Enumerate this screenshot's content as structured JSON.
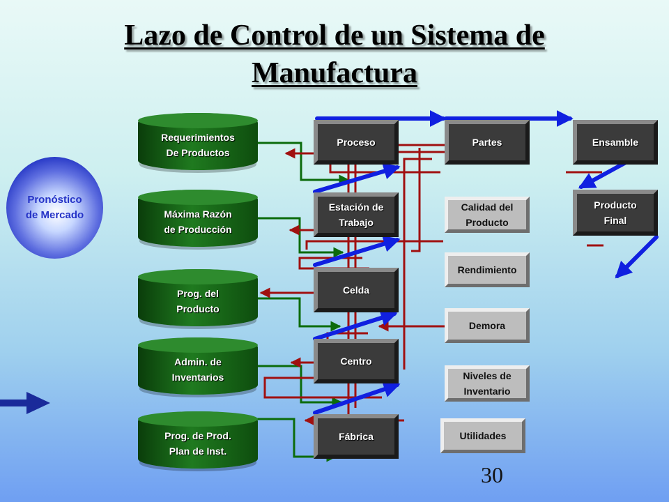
{
  "title": {
    "line1": "Lazo de Control de un Sistema de",
    "line2": "Manufactura"
  },
  "forecast": {
    "line1": "Pronóstico",
    "line2": "de Mercado"
  },
  "cylinders": [
    {
      "line1": "Requerimientos",
      "line2": "De Productos"
    },
    {
      "line1": "Máxima Razón",
      "line2": "de Producción"
    },
    {
      "line1": "Prog. del",
      "line2": "Producto"
    },
    {
      "line1": "Admin. de",
      "line2": "Inventarios"
    },
    {
      "line1": "Prog. de Prod.",
      "line2": "Plan de Inst."
    }
  ],
  "levels": [
    {
      "line1": "Proceso",
      "line2": ""
    },
    {
      "line1": "Estación de",
      "line2": "Trabajo"
    },
    {
      "line1": "Celda",
      "line2": ""
    },
    {
      "line1": "Centro",
      "line2": ""
    },
    {
      "line1": "Fábrica",
      "line2": ""
    }
  ],
  "flow": [
    {
      "line1": "Partes",
      "line2": ""
    },
    {
      "line1": "Ensamble",
      "line2": ""
    },
    {
      "line1": "Producto",
      "line2": "Final"
    }
  ],
  "metrics": [
    {
      "line1": "Calidad del",
      "line2": "Producto"
    },
    {
      "line1": "Rendimiento",
      "line2": ""
    },
    {
      "line1": "Demora",
      "line2": ""
    },
    {
      "line1": "Niveles de",
      "line2": "Inventario"
    },
    {
      "line1": "Utilidades",
      "line2": ""
    }
  ],
  "page_number": "30",
  "colors": {
    "green": "#0b6b0b",
    "red": "#a01010",
    "blue": "#1020e0",
    "navy": "#1a2a9a"
  }
}
